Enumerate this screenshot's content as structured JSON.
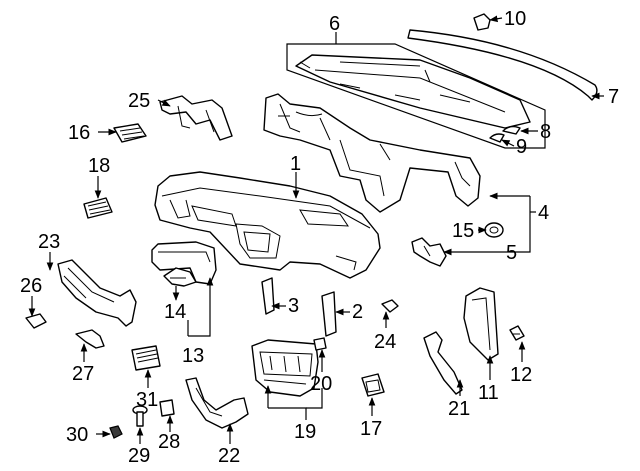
{
  "callouts": {
    "c1": "1",
    "c2": "2",
    "c3": "3",
    "c4": "4",
    "c5": "5",
    "c6": "6",
    "c7": "7",
    "c8": "8",
    "c9": "9",
    "c10": "10",
    "c11": "11",
    "c12": "12",
    "c13": "13",
    "c14": "14",
    "c15": "15",
    "c16": "16",
    "c17": "17",
    "c18": "18",
    "c19": "19",
    "c20": "20",
    "c21": "21",
    "c22": "22",
    "c23": "23",
    "c24": "24",
    "c25": "25",
    "c26": "26",
    "c27": "27",
    "c28": "28",
    "c29": "29",
    "c30": "30",
    "c31": "31"
  }
}
